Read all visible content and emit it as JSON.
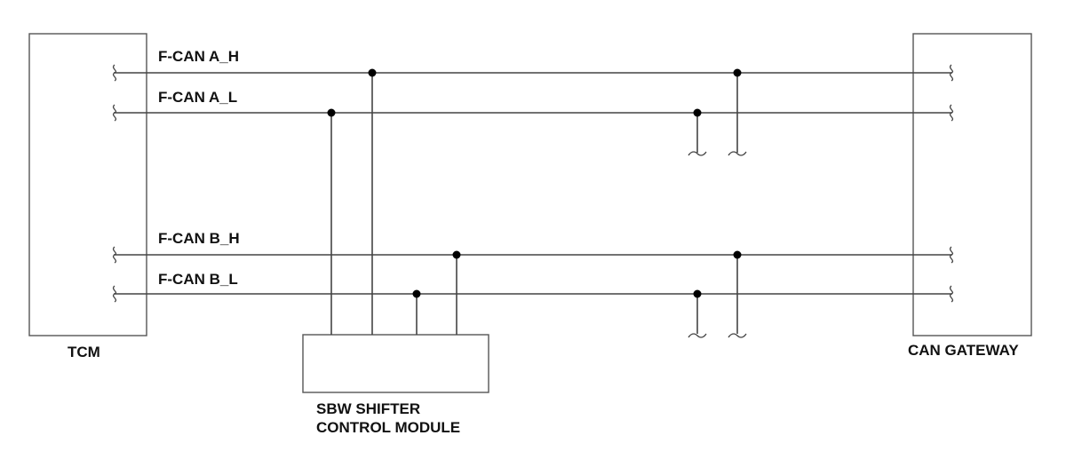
{
  "modules": {
    "tcm": "TCM",
    "gateway": "CAN GATEWAY",
    "sbw_line1": "SBW SHIFTER",
    "sbw_line2": "CONTROL MODULE"
  },
  "lines": {
    "a_h": "F-CAN A_H",
    "a_l": "F-CAN A_L",
    "b_h": "F-CAN B_H",
    "b_l": "F-CAN B_L"
  },
  "colors": {
    "wire": "#444444",
    "node": "#000000",
    "text": "#111111"
  }
}
